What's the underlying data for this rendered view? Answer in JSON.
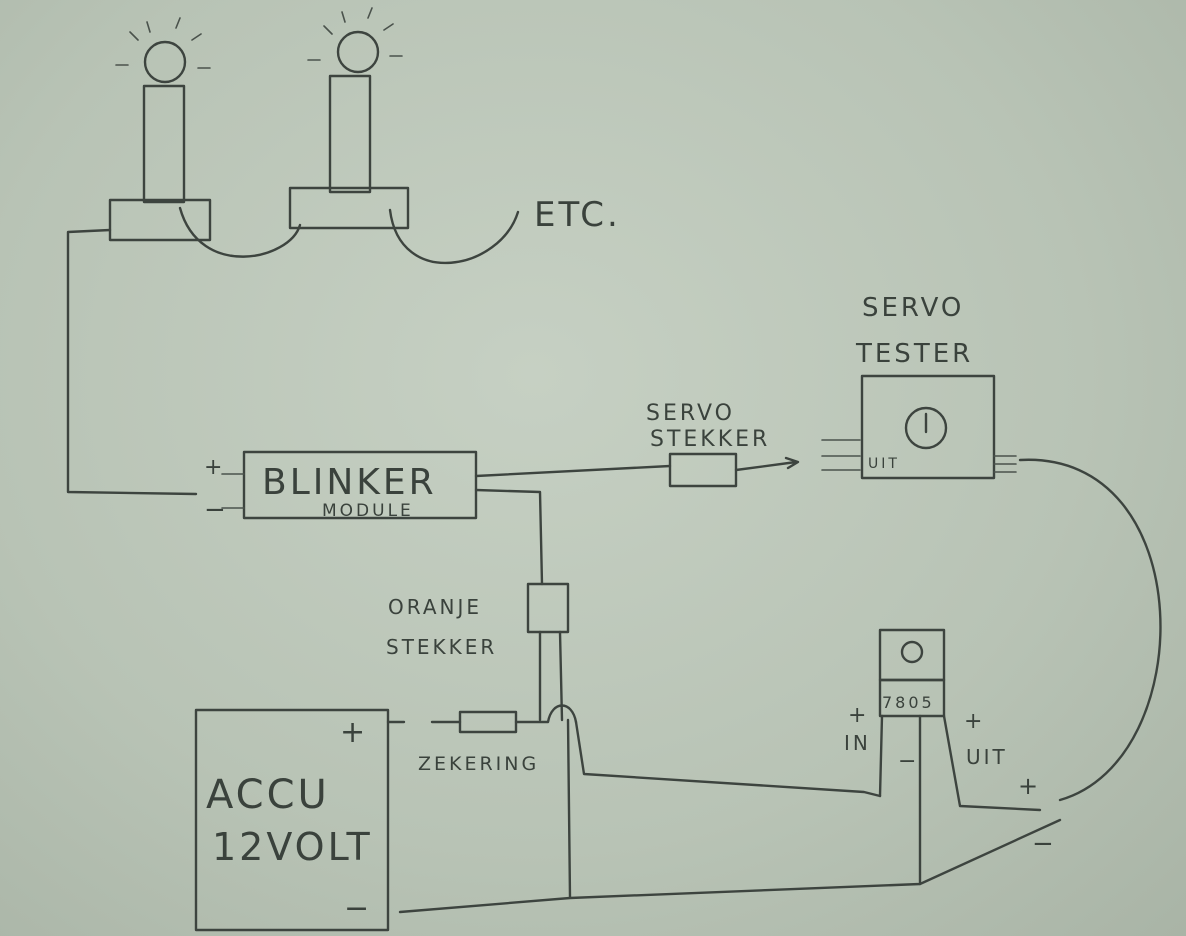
{
  "labels": {
    "etc": "ETC.",
    "blinker_line1": "BLINKER",
    "blinker_line2": "MODULE",
    "servo_tester_line1": "SERVO",
    "servo_tester_line2": "TESTER",
    "servo_stekker_line1": "SERVO",
    "servo_stekker_line2": "STEKKER",
    "uit_small": "UIT",
    "oranje_line1": "ORANJE",
    "oranje_line2": "STEKKER",
    "zekering": "ZEKERING",
    "accu_line1": "ACCU",
    "accu_line2": "12VOLT",
    "regulator": "7805",
    "in_label": "IN",
    "uit_label": "UIT",
    "plus": "+",
    "minus": "−"
  }
}
